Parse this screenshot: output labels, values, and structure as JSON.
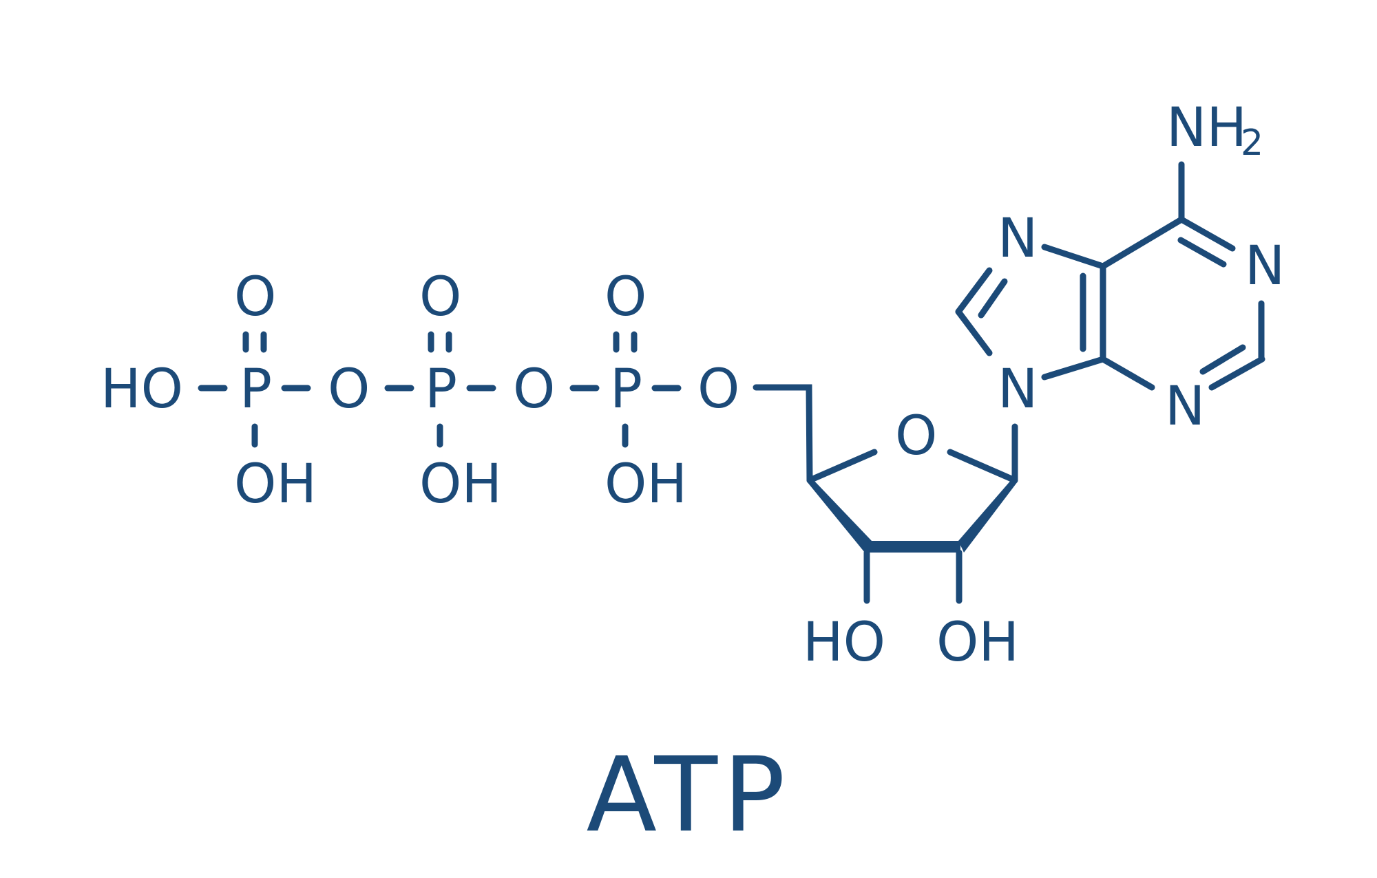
{
  "diagram": {
    "title": "ATP",
    "colors": {
      "ink": "#1c4a78",
      "background": "#ffffff"
    },
    "phosphate_chain": {
      "terminal_group": "HO",
      "phosphates": [
        {
          "center": "P",
          "double_bond_oxygen": "O",
          "hydroxyl": "OH",
          "bridge_oxygen": "O"
        },
        {
          "center": "P",
          "double_bond_oxygen": "O",
          "hydroxyl": "OH",
          "bridge_oxygen": "O"
        },
        {
          "center": "P",
          "double_bond_oxygen": "O",
          "hydroxyl": "OH",
          "bridge_oxygen": "O"
        }
      ]
    },
    "ribose": {
      "ring_oxygen": "O",
      "hydroxyl_left": "HO",
      "hydroxyl_right": "OH"
    },
    "adenine": {
      "amine": {
        "main": "NH",
        "subscript": "2"
      },
      "nitrogens": {
        "n1": "N",
        "n3": "N",
        "n7": "N",
        "n9": "N"
      }
    }
  }
}
